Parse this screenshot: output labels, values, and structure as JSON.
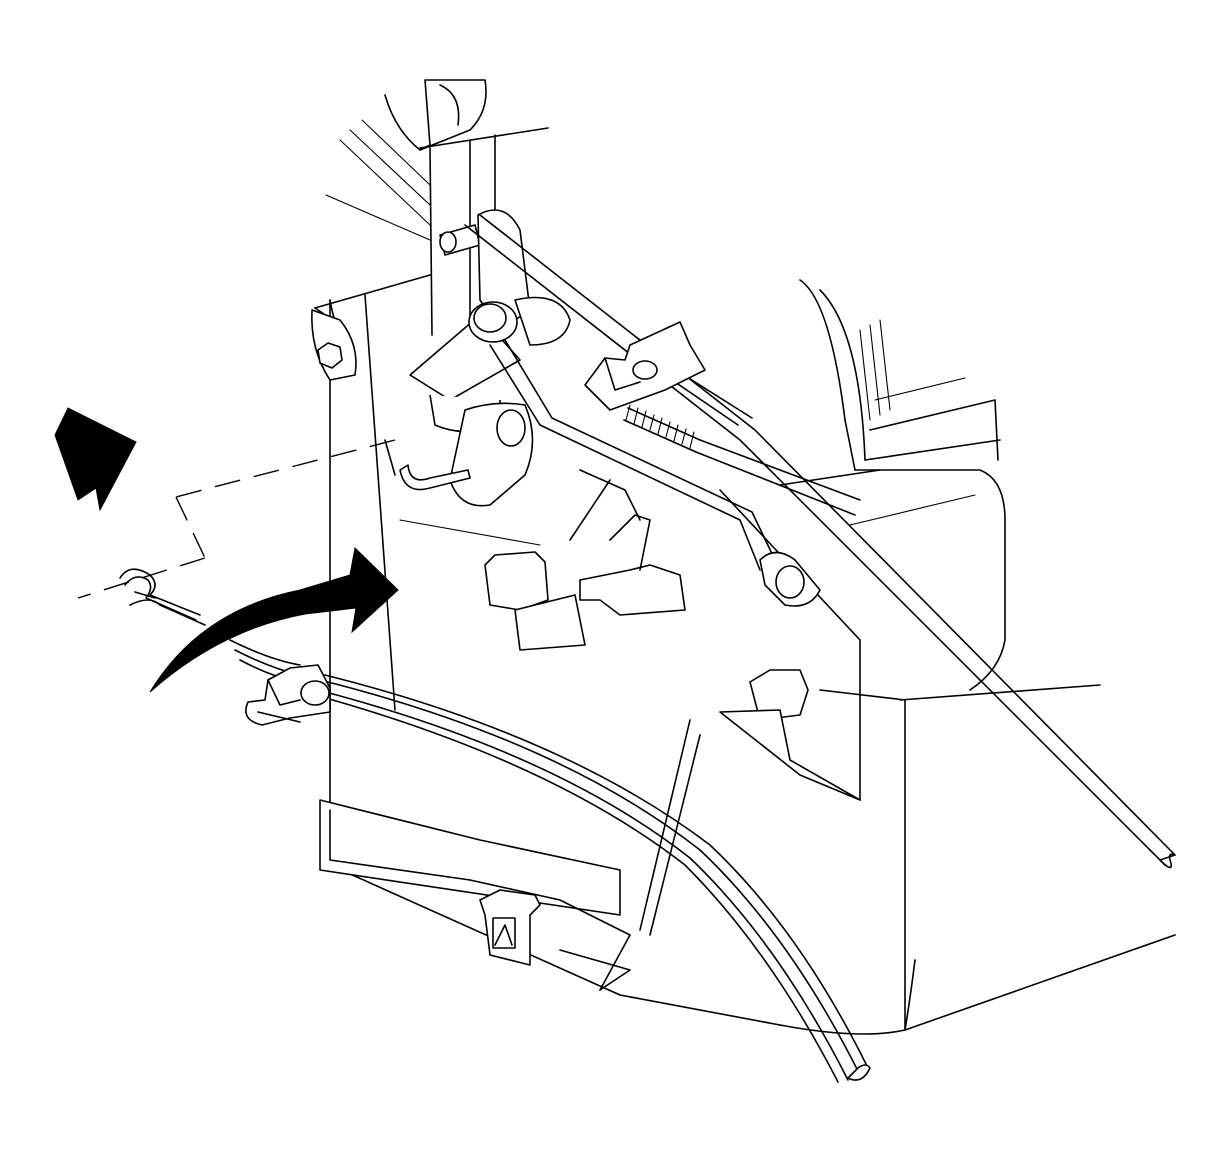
{
  "diagram": {
    "labels": [],
    "arrows": [
      {
        "kind": "direction",
        "shape": "straight-block-arrow",
        "color": "#000000"
      },
      {
        "kind": "motion",
        "shape": "curved-block-arrow",
        "color": "#000000"
      }
    ],
    "parts": [
      "upper-shaft-housing",
      "pivot-bracket-with-bolt",
      "hex-bolt",
      "actuator-lever",
      "return-spring",
      "control-cable-upper",
      "cable-end-loop",
      "cable-retaining-clip-upper",
      "control-cable-lower",
      "cable-retaining-clip-lower",
      "cable-end-fitting",
      "retaining-clip-removed",
      "module-housing",
      "lower-duct-latch"
    ],
    "style": {
      "line_color": "#000000",
      "background": "#ffffff"
    }
  }
}
